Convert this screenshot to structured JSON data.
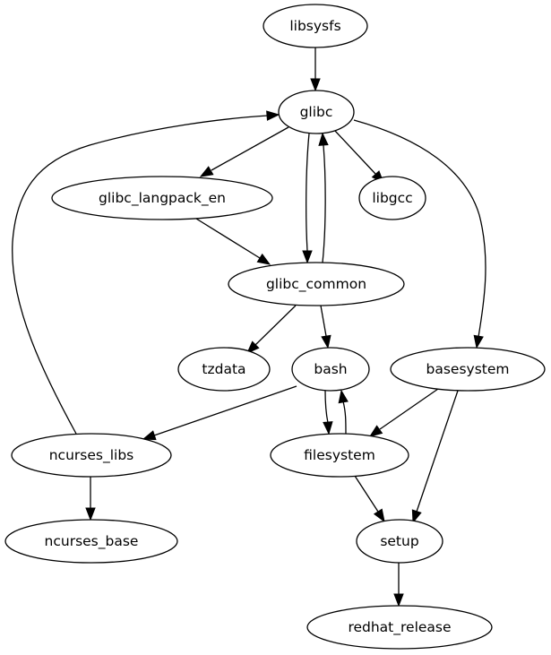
{
  "diagram": {
    "type": "directed-graph",
    "nodes": [
      {
        "id": "libsysfs",
        "label": "libsysfs"
      },
      {
        "id": "glibc",
        "label": "glibc"
      },
      {
        "id": "glibc_langpack_en",
        "label": "glibc_langpack_en"
      },
      {
        "id": "libgcc",
        "label": "libgcc"
      },
      {
        "id": "glibc_common",
        "label": "glibc_common"
      },
      {
        "id": "tzdata",
        "label": "tzdata"
      },
      {
        "id": "bash",
        "label": "bash"
      },
      {
        "id": "basesystem",
        "label": "basesystem"
      },
      {
        "id": "ncurses_libs",
        "label": "ncurses_libs"
      },
      {
        "id": "filesystem",
        "label": "filesystem"
      },
      {
        "id": "ncurses_base",
        "label": "ncurses_base"
      },
      {
        "id": "setup",
        "label": "setup"
      },
      {
        "id": "redhat_release",
        "label": "redhat_release"
      }
    ],
    "edges": [
      {
        "from": "libsysfs",
        "to": "glibc"
      },
      {
        "from": "glibc",
        "to": "glibc_langpack_en"
      },
      {
        "from": "glibc",
        "to": "libgcc"
      },
      {
        "from": "glibc",
        "to": "glibc_common"
      },
      {
        "from": "glibc",
        "to": "basesystem"
      },
      {
        "from": "glibc_common",
        "to": "glibc"
      },
      {
        "from": "glibc_langpack_en",
        "to": "glibc_common"
      },
      {
        "from": "glibc_common",
        "to": "tzdata"
      },
      {
        "from": "glibc_common",
        "to": "bash"
      },
      {
        "from": "bash",
        "to": "ncurses_libs"
      },
      {
        "from": "bash",
        "to": "filesystem"
      },
      {
        "from": "filesystem",
        "to": "bash"
      },
      {
        "from": "basesystem",
        "to": "filesystem"
      },
      {
        "from": "basesystem",
        "to": "setup"
      },
      {
        "from": "ncurses_libs",
        "to": "glibc"
      },
      {
        "from": "ncurses_libs",
        "to": "ncurses_base"
      },
      {
        "from": "filesystem",
        "to": "setup"
      },
      {
        "from": "setup",
        "to": "redhat_release"
      }
    ]
  }
}
